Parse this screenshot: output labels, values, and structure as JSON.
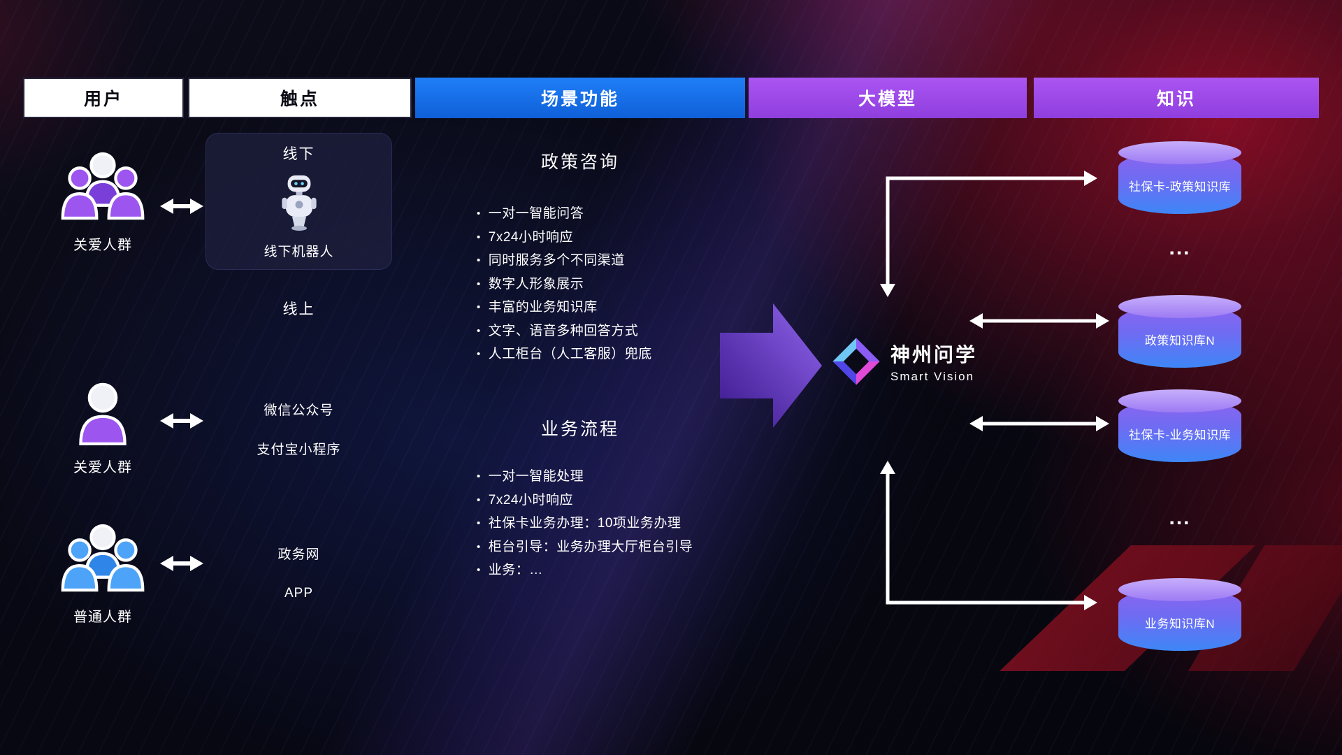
{
  "headers": [
    {
      "label": "用户"
    },
    {
      "label": "触点"
    },
    {
      "label": "场景功能"
    },
    {
      "label": "大模型"
    },
    {
      "label": "知识"
    }
  ],
  "users": [
    {
      "label": "关爱人群",
      "icon": "people-group-icon",
      "color": "purple"
    },
    {
      "label": "关爱人群",
      "icon": "person-icon",
      "color": "purple"
    },
    {
      "label": "普通人群",
      "icon": "people-group-icon",
      "color": "blue"
    }
  ],
  "touchpoints": {
    "offline_title": "线下",
    "offline_robot": "线下机器人",
    "online_title": "线上",
    "channels": [
      "微信公众号",
      "支付宝小程序",
      "政务网",
      "APP"
    ]
  },
  "scenes": [
    {
      "title": "政策咨询",
      "items": [
        "一对一智能问答",
        "7x24小时响应",
        "同时服务多个不同渠道",
        "数字人形象展示",
        "丰富的业务知识库",
        "文字、语音多种回答方式",
        "人工柜台（人工客服）兜底"
      ]
    },
    {
      "title": "业务流程",
      "items": [
        "一对一智能处理",
        "7x24小时响应",
        "社保卡业务办理：10项业务办理",
        "柜台引导：业务办理大厅柜台引导",
        "业务：…"
      ]
    }
  ],
  "model": {
    "name": "神州问学",
    "subtitle": "Smart Vision",
    "logo_icon": "diamond-logo-icon"
  },
  "knowledge": {
    "items": [
      {
        "label": "社保卡-政策知识库",
        "type": "database"
      },
      {
        "label": "...",
        "type": "ellipsis"
      },
      {
        "label": "政策知识库N",
        "type": "database"
      },
      {
        "label": "社保卡-业务知识库",
        "type": "database"
      },
      {
        "label": "...",
        "type": "ellipsis"
      },
      {
        "label": "业务知识库N",
        "type": "database"
      }
    ]
  },
  "colors": {
    "header_blue": "#1677f0",
    "header_purple": "#a24ded",
    "user_purple": "#9d55f0",
    "user_blue": "#4da3f7",
    "db_lid": "#b9a0f8",
    "db_body_top": "#8d64f0",
    "db_body_bottom": "#3e86f7",
    "arrow_white": "#ffffff",
    "flow_arrow_purple": "#8b5cf6",
    "bg_red": "#c81030",
    "bg_navy": "#080813"
  }
}
